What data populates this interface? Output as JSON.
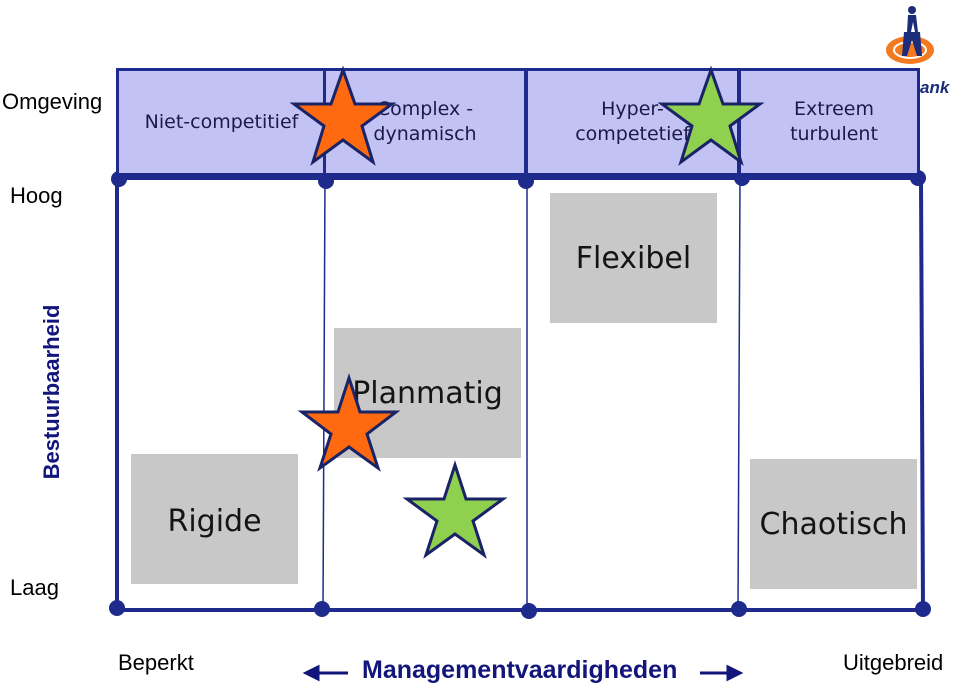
{
  "y_axis": {
    "title": "Bestuurbaarheid",
    "top_label": "Omgeving",
    "high_label": "Hoog",
    "low_label": "Laag"
  },
  "x_axis": {
    "title": "Managementvaardigheden",
    "left_label": "Beperkt",
    "right_label": "Uitgebreid"
  },
  "columns": [
    {
      "line1": "Niet-competitief",
      "line2": ""
    },
    {
      "line1": "Complex -",
      "line2": "dynamisch"
    },
    {
      "line1": "Hyper-",
      "line2": "competetief"
    },
    {
      "line1": "Extreem",
      "line2": "turbulent"
    }
  ],
  "styles": [
    "Flexibel",
    "Planmatig",
    "Rigide",
    "Chaotisch"
  ],
  "logo": {
    "text": "ank",
    "icon": "lion-logo-icon"
  },
  "colors": {
    "header_fill": "#c2c2f5",
    "grid_line": "#1e2a8c",
    "box_fill": "#c8c8c8",
    "star_orange": "#ff6a10",
    "star_green": "#8fd14f",
    "logo_orange": "#f47a1f"
  }
}
